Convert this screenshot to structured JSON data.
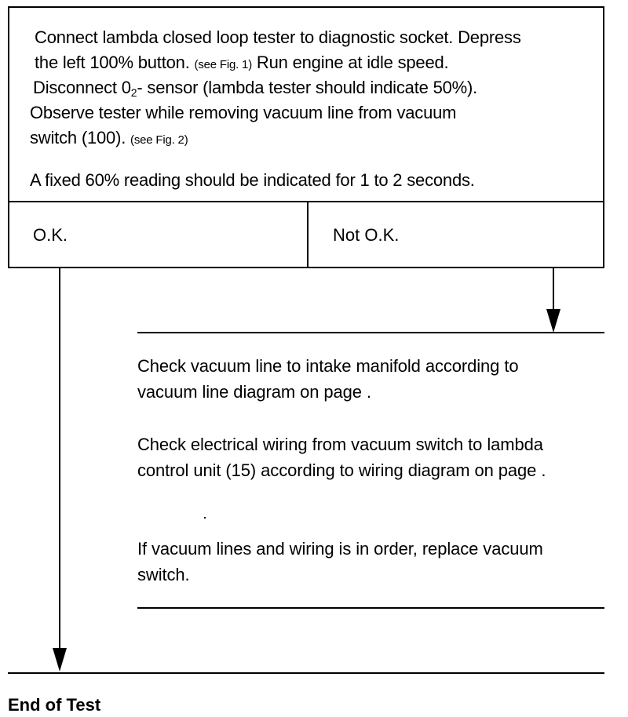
{
  "test_step": {
    "instruction_lines": [
      {
        "text": "Connect lambda closed loop tester to diagnostic socket. Depress"
      },
      {
        "pre": "the left 100% button. ",
        "ref": "(see Fig. 1)",
        "post": " Run engine at idle speed."
      },
      {
        "pre": "Disconnect 0",
        "sub": "2",
        "post": "- sensor (lambda tester should indicate 50%)."
      },
      {
        "text": "Observe tester while removing vacuum line from vacuum"
      },
      {
        "pre": "switch (100). ",
        "ref": "(see Fig. 2)"
      }
    ],
    "expected_result": "A fixed 60% reading should be indicated for 1 to 2 seconds."
  },
  "outcomes": {
    "ok_label": "O.K.",
    "not_ok_label": "Not O.K."
  },
  "not_ok_actions": [
    {
      "line1": "Check vacuum line to intake manifold according to",
      "line2": "vacuum line diagram on page ."
    },
    {
      "line1": "Check electrical wiring from vacuum switch to lambda",
      "line2": "control unit (15) according to wiring diagram on page ."
    },
    {
      "line1": "If vacuum lines and wiring is in order, replace vacuum",
      "line2": "switch."
    }
  ],
  "end_label": "End of Test"
}
